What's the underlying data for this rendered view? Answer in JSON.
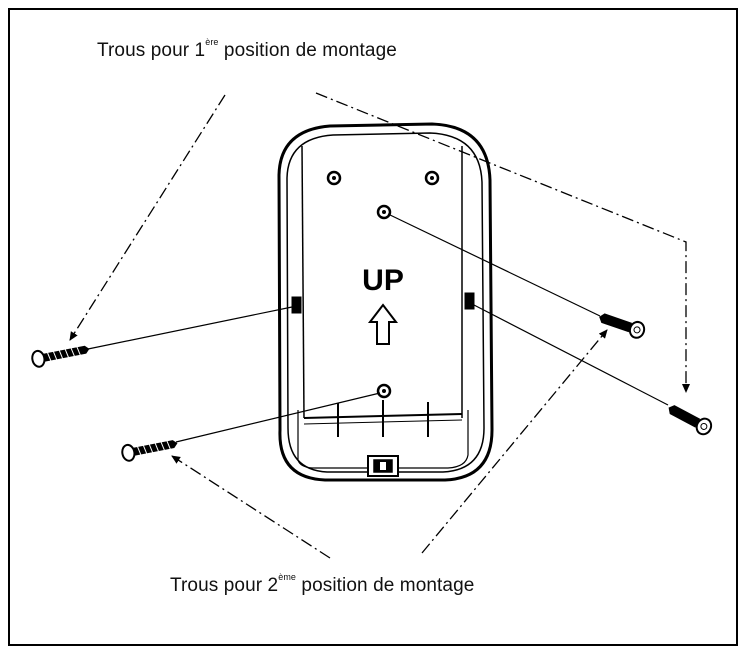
{
  "captions": {
    "top": {
      "prefix": "Trous pour 1",
      "superscript": "ère",
      "suffix": " position de montage"
    },
    "bottom": {
      "prefix": "Trous pour 2",
      "superscript": "ème",
      "suffix": " position de montage"
    }
  },
  "bracket": {
    "up_label": "UP"
  }
}
